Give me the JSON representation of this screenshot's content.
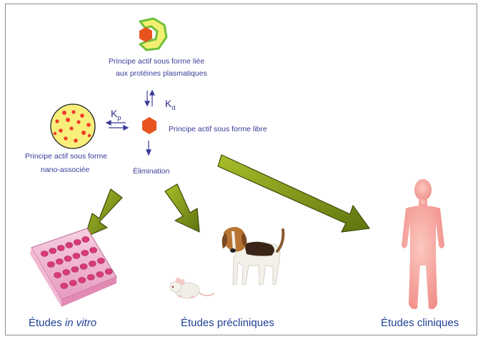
{
  "labels": {
    "bound_line1": "Principe actif sous forme liée",
    "bound_line2": "aux protéines plasmatiques",
    "free": "Principe actif sous forme libre",
    "nano_line1": "Principe actif sous forme",
    "nano_line2": "nano-associée",
    "elimination": "Élimination",
    "kp_base": "K",
    "kp_sub": "p",
    "kd_base": "K",
    "kd_sub": "d"
  },
  "studies": {
    "in_vitro_prefix": "Études ",
    "in_vitro_italic": "in vitro",
    "preclinical": "Études précliniques",
    "clinical": "Études cliniques"
  },
  "colors": {
    "arrow_fill": "#7a8f14",
    "hexagon": "#e8541e",
    "text_blue": "#3a3a9a",
    "protein_yellow": "#f2ef70",
    "protein_green": "#6fbf3a",
    "nano_fill": "#f7ef7a",
    "nano_dots": "#ef3a2a",
    "plate_pink": "#e0407a",
    "human_pink": "#f6a6a0"
  }
}
